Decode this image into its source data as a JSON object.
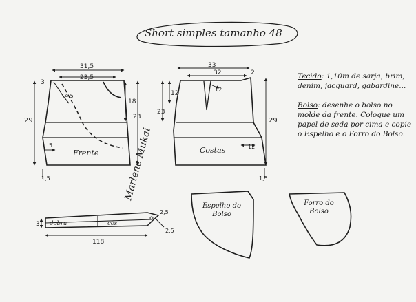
{
  "title": "Short simples tamanho 48",
  "front": {
    "label": "Frente",
    "dim_top_total": "31,5",
    "dim_top_inner": "23,5",
    "dim_left_top": "3",
    "dim_curve": "4,5",
    "dim_side_upper": "18",
    "dim_side_lower": "23",
    "dim_height": "29",
    "dim_crotch": "5",
    "dim_hem": "1,5"
  },
  "back": {
    "label": "Costas",
    "dim_top_total": "33",
    "dim_top_inner": "32",
    "dim_top_right": "2",
    "dim_dart": "12",
    "dim_left_upper": "12",
    "dim_left_lower": "23",
    "dim_crotch": "12",
    "dim_height": "29",
    "dim_hem": "1,5"
  },
  "notes": {
    "tecido_label": "Tecido",
    "tecido_text": ": 1,10m de sarja, brim, denim, jacquard, gabardine...",
    "bolso_label": "Bolso",
    "bolso_text": ": desenhe o bolso no molde da frente. Coloque um papel de seda por cima e copie o Espelho e o Forro do Bolso."
  },
  "waistband": {
    "label_fold": "dobra",
    "label_cut": "cós",
    "dim_height": "3",
    "dim_length": "118",
    "dim_right_top": "2,5",
    "dim_right_bottom": "2,5"
  },
  "pocket_facing": {
    "label": "Espelho do Bolso"
  },
  "pocket_lining": {
    "label": "Forro do Bolso"
  },
  "signature": "Marlene Mukai",
  "colors": {
    "ink": "#1e1e1e",
    "paper": "#f4f4f2"
  }
}
